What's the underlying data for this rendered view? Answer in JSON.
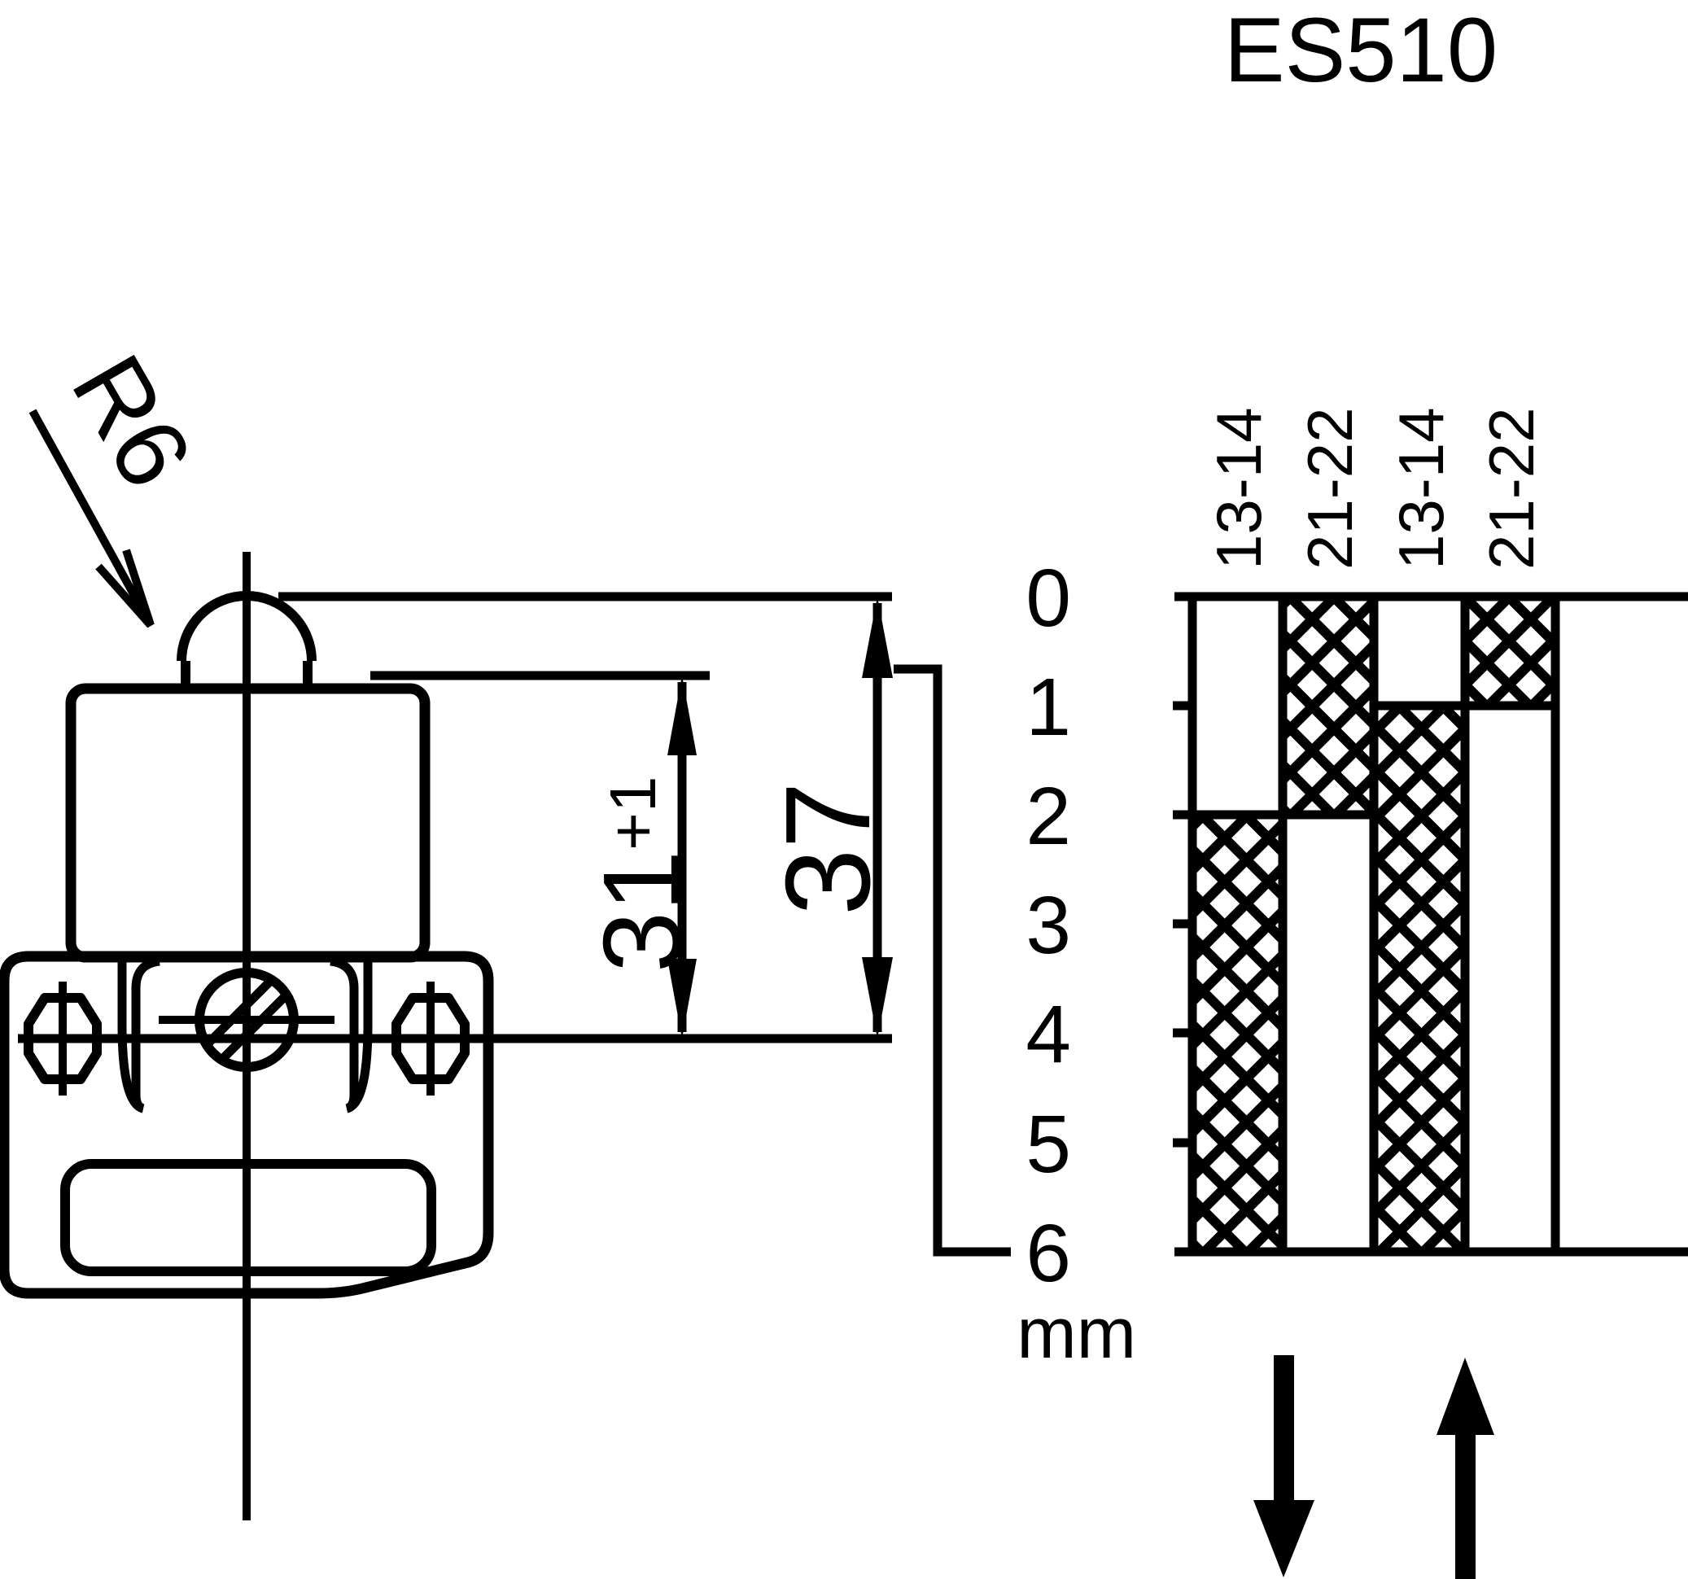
{
  "title": "ES510",
  "ink_color": "#000000",
  "paper_color": "#ffffff",
  "side_view": {
    "plunger_radius_label": "R6",
    "dim_31_value": "31",
    "dim_31_tolerance": "+1",
    "dim_37_value": "37"
  },
  "travel_diagram": {
    "unit": "mm",
    "ticks": [
      "0",
      "1",
      "2",
      "3",
      "4",
      "5",
      "6"
    ],
    "columns": [
      {
        "label": "13-14",
        "hatched_from_mm": 2,
        "hatched_to_mm": 6
      },
      {
        "label": "21-22",
        "hatched_from_mm": 0,
        "hatched_to_mm": 2
      },
      {
        "label": "13-14",
        "hatched_from_mm": 1,
        "hatched_to_mm": 6
      },
      {
        "label": "21-22",
        "hatched_from_mm": 0,
        "hatched_to_mm": 1
      }
    ],
    "arrows": [
      "actuate-down-arrow",
      "release-up-arrow"
    ]
  },
  "chart_data": {
    "type": "table",
    "title": "ES510",
    "ylabel": "mm",
    "ylim": [
      0,
      6
    ],
    "categories": [
      "13-14",
      "21-22",
      "13-14",
      "21-22"
    ],
    "series": [
      {
        "name": "crosshatched-travel-span-mm",
        "values": [
          [
            2,
            6
          ],
          [
            0,
            2
          ],
          [
            1,
            6
          ],
          [
            0,
            1
          ]
        ]
      }
    ],
    "annotations": [
      "scale ticks 0-6 mm on left axis",
      "down arrow below columns 1-2 (plunger pressed)",
      "up arrow below columns 3-4 (plunger released)"
    ]
  }
}
